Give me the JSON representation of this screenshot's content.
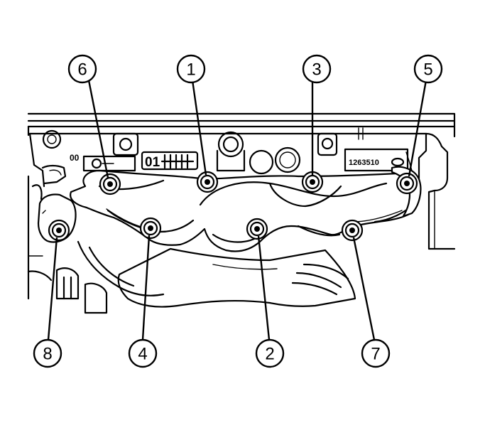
{
  "diagram": {
    "colors": {
      "ink": "#000000",
      "paper": "#ffffff"
    },
    "cast_markings": {
      "left": "00",
      "center": "01",
      "right": "1263510"
    },
    "callouts": [
      {
        "id": "c6",
        "label": "6"
      },
      {
        "id": "c1",
        "label": "1"
      },
      {
        "id": "c3",
        "label": "3"
      },
      {
        "id": "c5",
        "label": "5"
      },
      {
        "id": "c8",
        "label": "8"
      },
      {
        "id": "c4",
        "label": "4"
      },
      {
        "id": "c2",
        "label": "2"
      },
      {
        "id": "c7",
        "label": "7"
      }
    ]
  }
}
